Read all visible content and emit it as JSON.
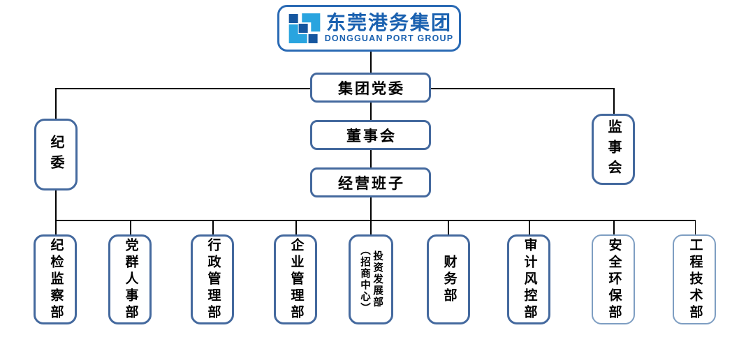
{
  "logo": {
    "name_cjk": "东莞港务集团",
    "name_en": "DONGGUAN PORT GROUP"
  },
  "colors": {
    "box_border": "#44699E",
    "box_border_light": "#7E9EC2",
    "logo_border": "#2A6AB4",
    "logo_text": "#1A61B0",
    "logo_mark_light": "#29A4DF",
    "logo_mark_dark": "#15569F",
    "connector": "#000000"
  },
  "nodes": {
    "party_committee": "集团党委",
    "board": "董事会",
    "management": "经营班子",
    "discipline_committee": "纪委",
    "supervisory_board": "监事会"
  },
  "departments": [
    {
      "label": "纪检监察部"
    },
    {
      "label": "党群人事部"
    },
    {
      "label": "行政管理部"
    },
    {
      "label": "企业管理部"
    },
    {
      "label": "投资发展部",
      "sublabel": "（招商中心）"
    },
    {
      "label": "财务部"
    },
    {
      "label": "审计风控部"
    },
    {
      "label": "安全环保部"
    },
    {
      "label": "工程技术部"
    }
  ]
}
